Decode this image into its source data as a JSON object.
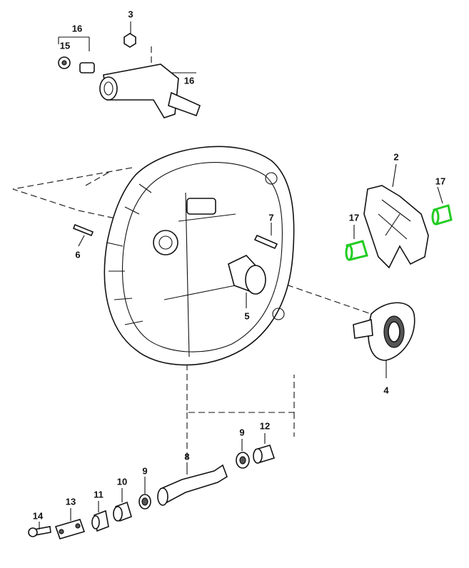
{
  "diagram": {
    "title": "",
    "accent_color": "#22cc22",
    "callouts": [
      {
        "id": "c16a",
        "label": "16"
      },
      {
        "id": "c3",
        "label": "3"
      },
      {
        "id": "c15",
        "label": "15"
      },
      {
        "id": "c16b",
        "label": "16"
      },
      {
        "id": "c2",
        "label": "2"
      },
      {
        "id": "c17a",
        "label": "17"
      },
      {
        "id": "c17b",
        "label": "17"
      },
      {
        "id": "c7",
        "label": "7"
      },
      {
        "id": "c6",
        "label": "6"
      },
      {
        "id": "c5",
        "label": "5"
      },
      {
        "id": "c4",
        "label": "4"
      },
      {
        "id": "c8",
        "label": "8"
      },
      {
        "id": "c9a",
        "label": "9"
      },
      {
        "id": "c12",
        "label": "12"
      },
      {
        "id": "c9b",
        "label": "9"
      },
      {
        "id": "c10",
        "label": "10"
      },
      {
        "id": "c11",
        "label": "11"
      },
      {
        "id": "c13",
        "label": "13"
      },
      {
        "id": "c14",
        "label": "14"
      }
    ]
  }
}
